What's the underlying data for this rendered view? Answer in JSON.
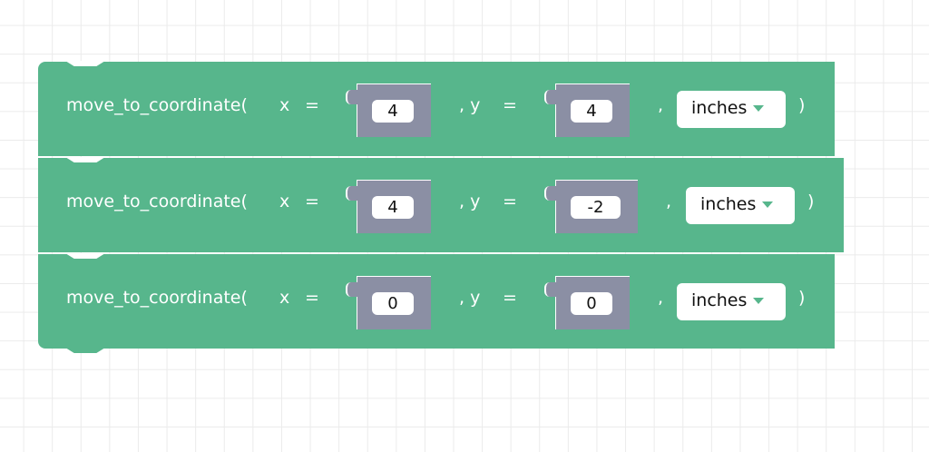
{
  "blocks": [
    {
      "func": "move_to_coordinate(",
      "x_label": "x",
      "eq": "=",
      "x_value": "4",
      "sep_y": ", y",
      "eq2": "=",
      "y_value": "4",
      "comma": ",",
      "unit": "inches",
      "close": ")"
    },
    {
      "func": "move_to_coordinate(",
      "x_label": "x",
      "eq": "=",
      "x_value": "4",
      "sep_y": ", y",
      "eq2": "=",
      "y_value": "-2",
      "comma": ",",
      "unit": "inches",
      "close": ")"
    },
    {
      "func": "move_to_coordinate(",
      "x_label": "x",
      "eq": "=",
      "x_value": "0",
      "sep_y": ", y",
      "eq2": "=",
      "y_value": "0",
      "comma": ",",
      "unit": "inches",
      "close": ")"
    }
  ],
  "colors": {
    "block": "#57b68c",
    "slot": "#8b8fa4"
  }
}
